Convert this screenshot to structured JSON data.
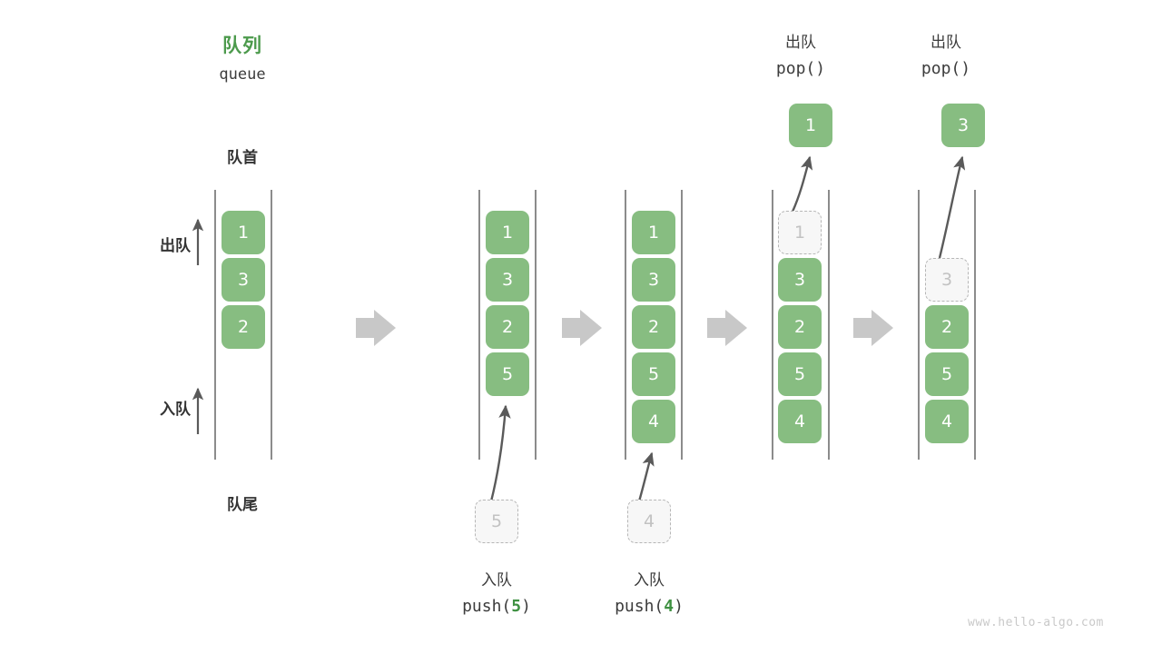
{
  "diagram": {
    "title_cn": "队列",
    "title_en": "queue",
    "front_label": "队首",
    "rear_label": "队尾",
    "dequeue_side_label": "出队",
    "enqueue_side_label": "入队",
    "watermark": "www.hello-algo.com",
    "accent_green": "#4c9a4c",
    "cell_green": "#87bd81",
    "ghost_gray": "#b6b6b6",
    "rail_gray": "#5a5a5a",
    "step_arrow_gray": "#c8c8c8"
  },
  "columns": [
    {
      "id": "initial",
      "cells": [
        {
          "value": "1",
          "state": "filled"
        },
        {
          "value": "3",
          "state": "filled"
        },
        {
          "value": "2",
          "state": "filled"
        }
      ]
    },
    {
      "id": "after-push-5",
      "cells": [
        {
          "value": "1",
          "state": "filled"
        },
        {
          "value": "3",
          "state": "filled"
        },
        {
          "value": "2",
          "state": "filled"
        },
        {
          "value": "5",
          "state": "filled"
        }
      ],
      "incoming": {
        "value": "5",
        "state": "ghost"
      },
      "op_cn": "入队",
      "op_name": "push(",
      "op_arg": "5",
      "op_close": ")"
    },
    {
      "id": "after-push-4",
      "cells": [
        {
          "value": "1",
          "state": "filled"
        },
        {
          "value": "3",
          "state": "filled"
        },
        {
          "value": "2",
          "state": "filled"
        },
        {
          "value": "5",
          "state": "filled"
        },
        {
          "value": "4",
          "state": "filled"
        }
      ],
      "incoming": {
        "value": "4",
        "state": "ghost"
      },
      "op_cn": "入队",
      "op_name": "push(",
      "op_arg": "4",
      "op_close": ")"
    },
    {
      "id": "after-pop-1",
      "cells": [
        {
          "value": "1",
          "state": "ghost"
        },
        {
          "value": "3",
          "state": "filled"
        },
        {
          "value": "2",
          "state": "filled"
        },
        {
          "value": "5",
          "state": "filled"
        },
        {
          "value": "4",
          "state": "filled"
        }
      ],
      "popped": {
        "value": "1",
        "state": "filled"
      },
      "op_cn": "出队",
      "op_code": "pop()"
    },
    {
      "id": "after-pop-3",
      "cells": [
        {
          "value": "",
          "state": "empty"
        },
        {
          "value": "3",
          "state": "ghost"
        },
        {
          "value": "2",
          "state": "filled"
        },
        {
          "value": "5",
          "state": "filled"
        },
        {
          "value": "4",
          "state": "filled"
        }
      ],
      "popped": {
        "value": "3",
        "state": "filled"
      },
      "op_cn": "出队",
      "op_code": "pop()"
    }
  ]
}
